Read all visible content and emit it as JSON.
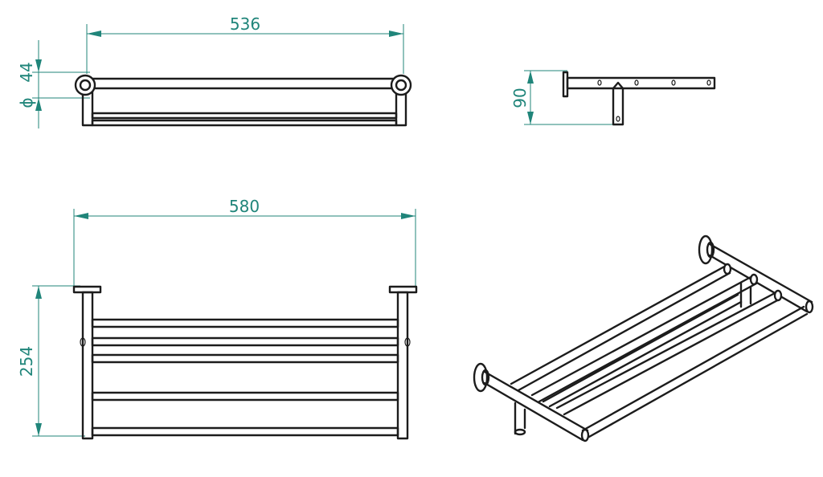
{
  "colors": {
    "line": "#1c1c1c",
    "dimension": "#20857a",
    "background": "#ffffff"
  },
  "dimensions": {
    "top_width": "536",
    "diameter_symbol": "ϕ",
    "diameter": "44",
    "side_height": "90",
    "front_width": "580",
    "front_height": "254"
  }
}
